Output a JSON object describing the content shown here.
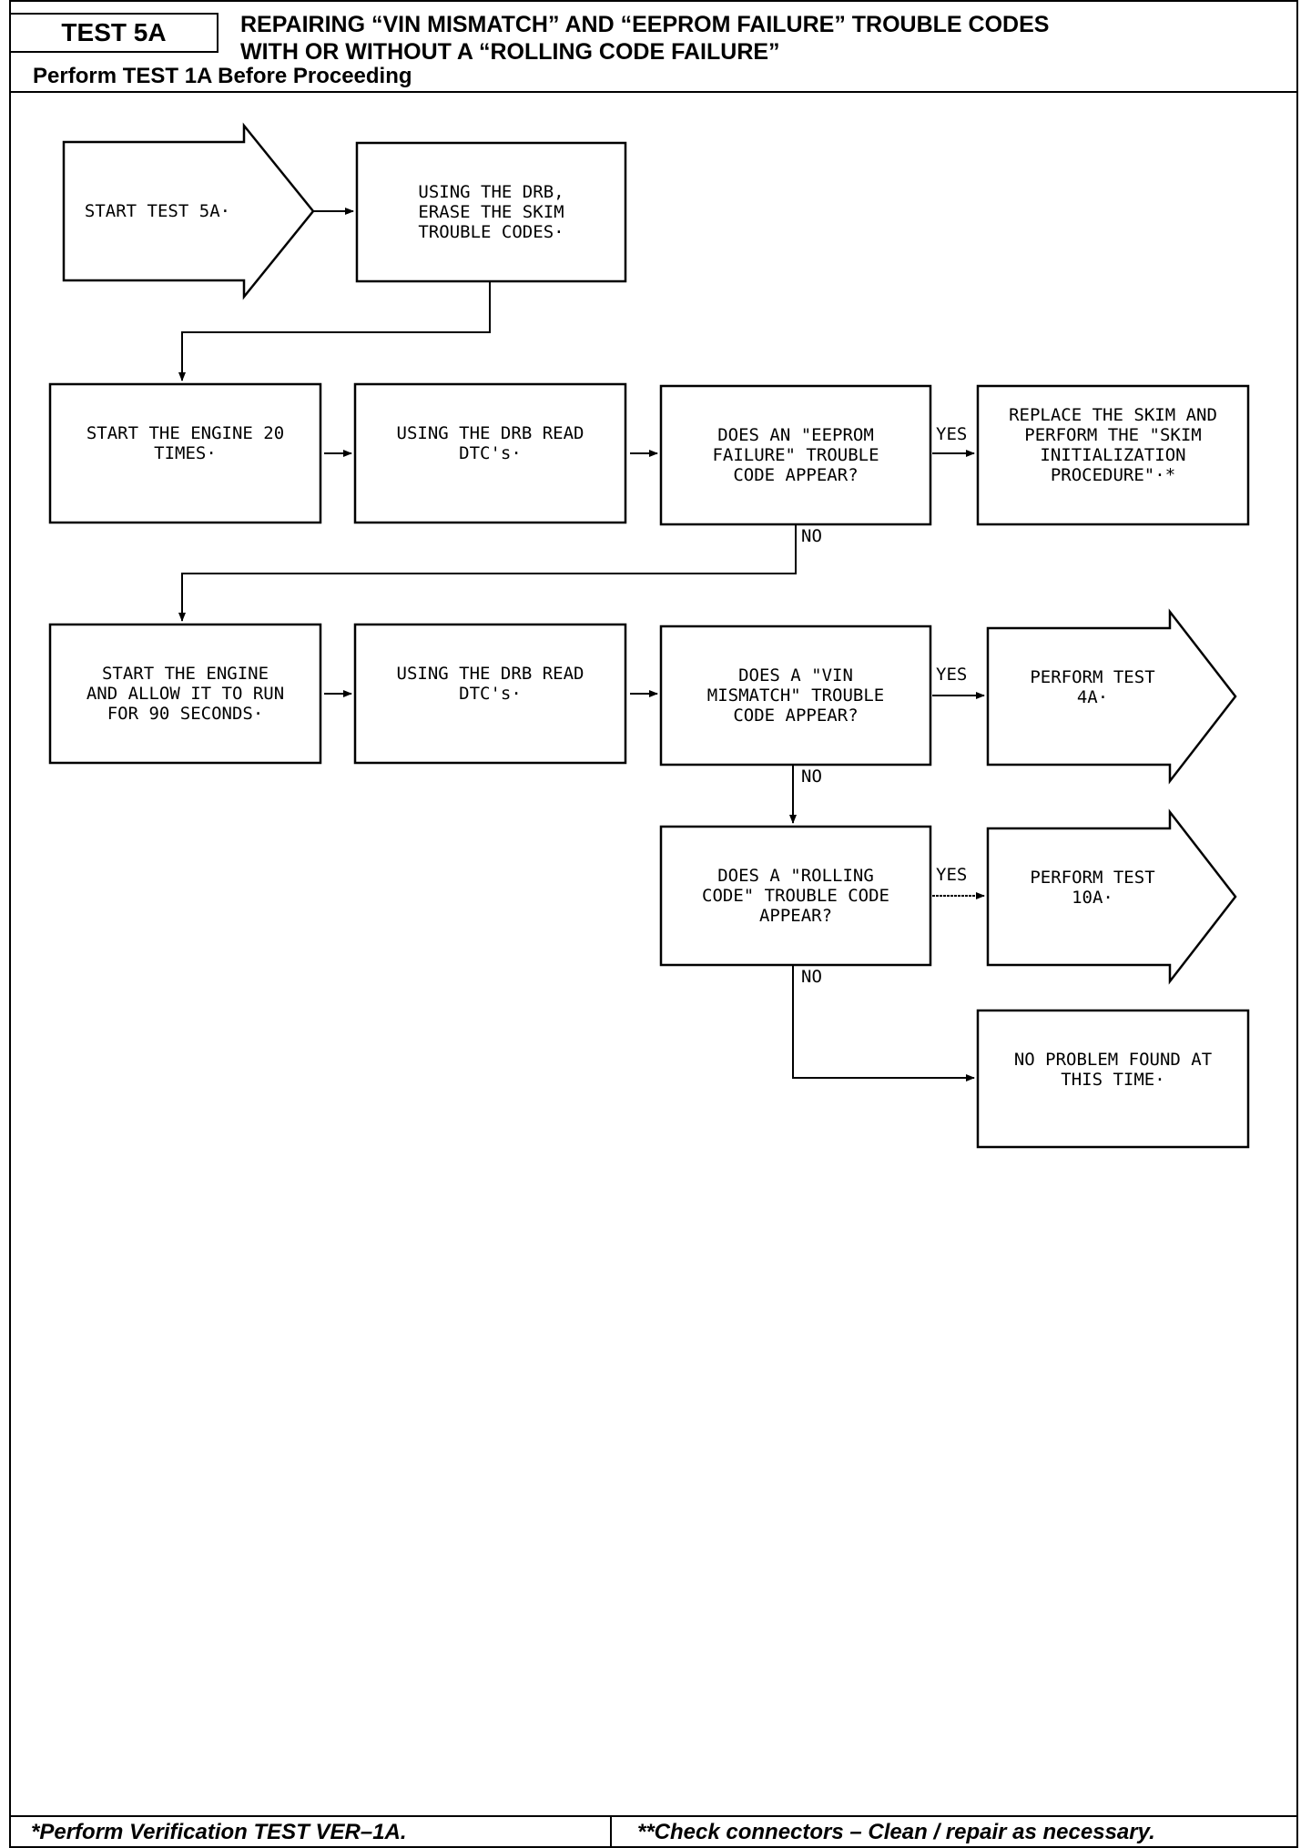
{
  "header": {
    "test_id": "TEST 5A",
    "title_line1": "REPAIRING “VIN MISMATCH” AND “EEPROM FAILURE” TROUBLE CODES",
    "title_line2": "WITH OR WITHOUT A “ROLLING CODE FAILURE”",
    "prerequisite": "Perform TEST 1A Before Proceeding"
  },
  "nodes": {
    "start": "START TEST 5A·",
    "erase_codes": "USING THE DRB,\nERASE THE SKIM\nTROUBLE CODES·",
    "start_engine_20": "START THE ENGINE 20\nTIMES·",
    "read_dtcs_1": "USING THE DRB READ\nDTC's·",
    "eeprom_question": "DOES AN \"EEPROM\nFAILURE\" TROUBLE\nCODE APPEAR?",
    "replace_skim": "REPLACE THE SKIM AND\nPERFORM THE \"SKIM\nINITIALIZATION\nPROCEDURE\"·*",
    "run_90_seconds": "START THE ENGINE\nAND ALLOW IT TO RUN\nFOR 90 SECONDS·",
    "read_dtcs_2": "USING THE DRB READ\nDTC's·",
    "vin_question": "DOES A \"VIN\nMISMATCH\" TROUBLE\nCODE APPEAR?",
    "perform_4a": "PERFORM TEST\n4A·",
    "rolling_question": "DOES A \"ROLLING\nCODE\" TROUBLE CODE\nAPPEAR?",
    "perform_10a": "PERFORM TEST\n10A·",
    "no_problem": "NO PROBLEM FOUND AT\nTHIS TIME·"
  },
  "edge_labels": {
    "eeprom_yes": "YES",
    "eeprom_no": "NO",
    "vin_yes": "YES",
    "vin_no": "NO",
    "rolling_yes": "YES",
    "rolling_no": "NO"
  },
  "footer": {
    "left": "*Perform Verification TEST VER–1A.",
    "right": "**Check connectors – Clean / repair as necessary."
  }
}
